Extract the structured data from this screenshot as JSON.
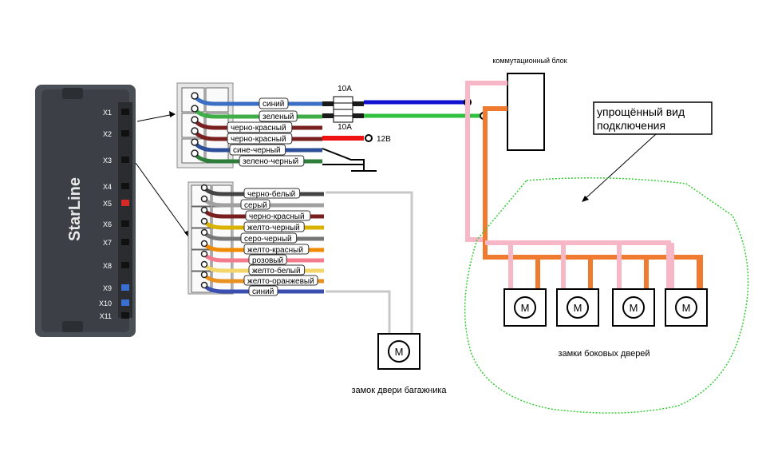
{
  "module": {
    "brand": "StarLine",
    "ports": [
      "X1",
      "X2",
      "X3",
      "X4",
      "X5",
      "X6",
      "X7",
      "X8",
      "X9",
      "X10",
      "X11"
    ]
  },
  "connector_top": {
    "wires": [
      {
        "label": "синий",
        "color": "#3a6fc4"
      },
      {
        "label": "зеленый",
        "color": "#3fae49"
      },
      {
        "label": "черно-красный",
        "color": "#7a1f1f"
      },
      {
        "label": "черно-красный",
        "color": "#7a1f1f"
      },
      {
        "label": "сине-черный",
        "color": "#2d4f9a"
      },
      {
        "label": "зелено-черный",
        "color": "#2f7d3a"
      }
    ],
    "fuse_top": "10А",
    "fuse_bottom": "10А",
    "power": "12В"
  },
  "connector_bottom": {
    "wires": [
      {
        "label": "черно-белый",
        "color": "#444444"
      },
      {
        "label": "серый",
        "color": "#a0a0a0"
      },
      {
        "label": "черно-красный",
        "color": "#7a1f1f"
      },
      {
        "label": "желто-черный",
        "color": "#d9b300"
      },
      {
        "label": "серо-черный",
        "color": "#777777"
      },
      {
        "label": "желто-красный",
        "color": "#f08a00"
      },
      {
        "label": "розовый",
        "color": "#f47b8c"
      },
      {
        "label": "желто-белый",
        "color": "#f3d66a"
      },
      {
        "label": "желто-оранжевый",
        "color": "#e89020"
      },
      {
        "label": "синий",
        "color": "#3a4fb0"
      }
    ]
  },
  "labels": {
    "switch_block": "коммутационный блок",
    "simplified_line1": "упрощённый вид",
    "simplified_line2": "подключения",
    "side_locks": "замки боковых дверей",
    "trunk_lock": "замок двери багажника",
    "motor": "M"
  },
  "colors": {
    "pink": "#f7b7c6",
    "orange": "#f07a30",
    "blue": "#1010d0",
    "green": "#2fc040",
    "red": "#ee1111",
    "gray": "#c8c8c8",
    "zone": "#33cc33"
  }
}
